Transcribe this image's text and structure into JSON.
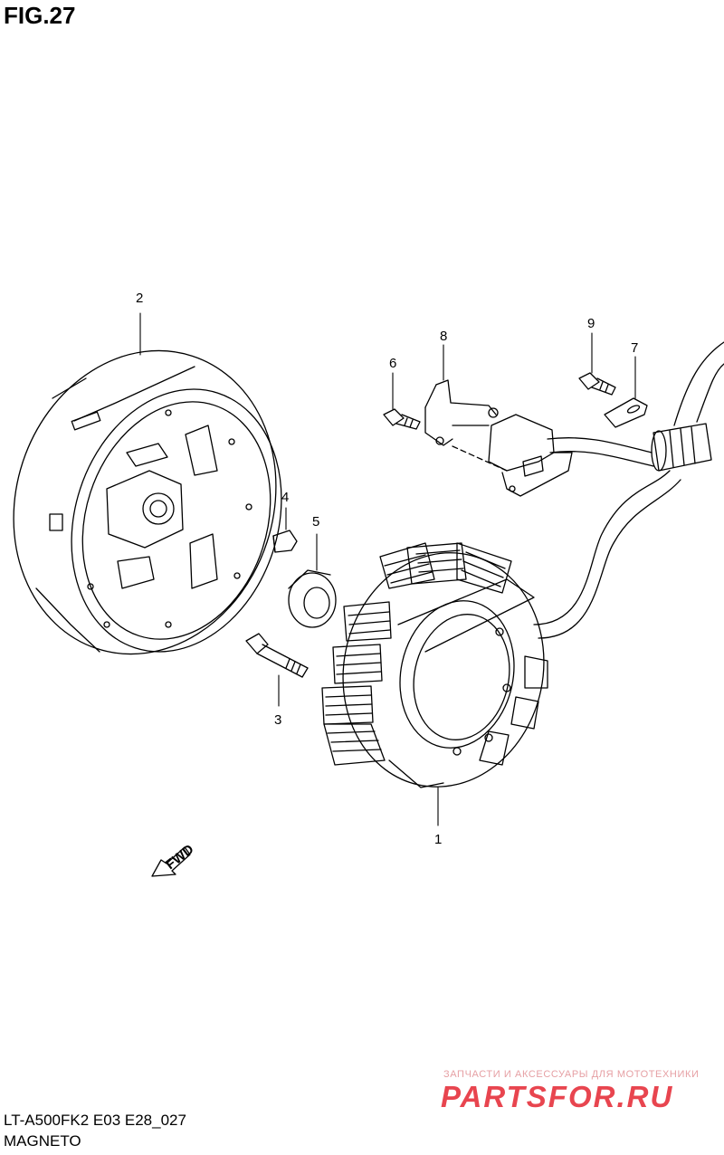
{
  "figure": {
    "title": "FIG.27",
    "model_code": "LT-A500FK2 E03 E28_027",
    "section_name": "MAGNETO"
  },
  "callouts": [
    "1",
    "2",
    "3",
    "4",
    "5",
    "6",
    "7",
    "8",
    "9"
  ],
  "direction_label": "FWD",
  "watermark": {
    "tagline": "ЗАПЧАСТИ И АКСЕССУАРЫ ДЛЯ МОТОТЕХНИКИ",
    "brand": "PARTSFOR.RU"
  },
  "colors": {
    "line": "#000000",
    "background": "#ffffff",
    "watermark": "#e8454f"
  }
}
